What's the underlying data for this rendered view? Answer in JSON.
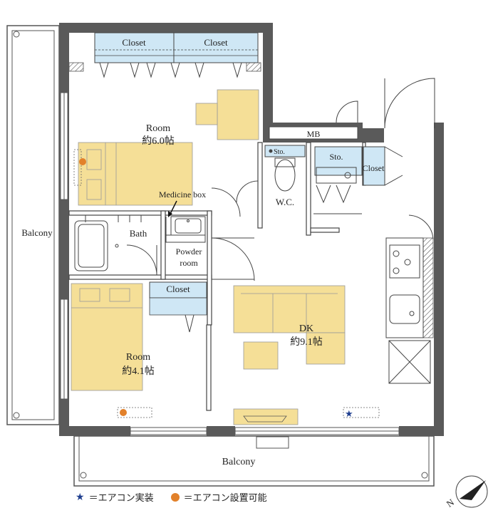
{
  "rooms": {
    "room_north": {
      "name": "Room",
      "size": "約6.0帖"
    },
    "room_south": {
      "name": "Room",
      "size": "約4.1帖"
    },
    "dk": {
      "name": "DK",
      "size": "約9.1帖"
    },
    "bath": "Bath",
    "powder_room": [
      "Powder",
      "room"
    ],
    "wc": "W.C.",
    "mb": "MB",
    "closet": "Closet",
    "sto": "Sto.",
    "medicine_box": "Medicine box",
    "balcony": "Balcony"
  },
  "legend": {
    "installed": "＝エアコン実装",
    "possible": "＝エアコン設置可能"
  },
  "colors": {
    "wall": "#5a5a5a",
    "furniture": "#f5df97",
    "closet": "#cfe7f5",
    "ac_installed": "#1f3f8f",
    "ac_possible": "#e2812b"
  },
  "compass": "N"
}
